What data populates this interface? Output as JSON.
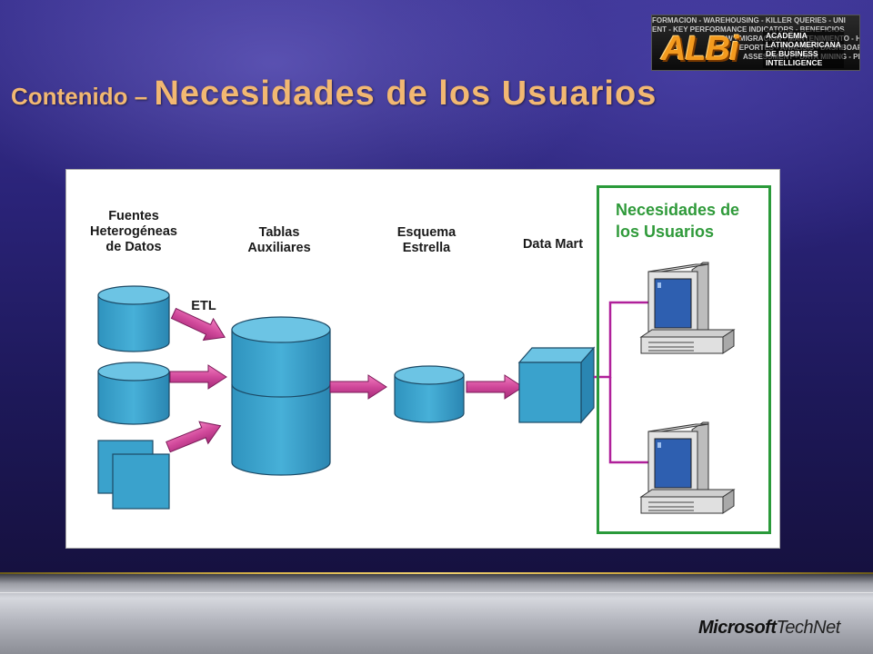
{
  "title": {
    "prefix": "Contenido – ",
    "main": "Necesidades de los Usuarios"
  },
  "logo": {
    "ticker1": "FORMACION - WAREHOUSING - KILLER QUERIES - UNI",
    "ticker2": "ENT - KEY PERFORMANCE INDICATORS - BENEFICIOS",
    "ticker3": "EDW - MIGRACION - MANTENIMIENTO - HERRAMIENTAS",
    "ticker4": "REPORTES - ANALISIS - DASHBOARDS - KEY PERF",
    "ticker5": "ASSESSMENT - DATA MINING - PLANIFICACION - WEB",
    "brand": "ALBi",
    "academy_lines": [
      "ACADEMIA",
      "LATINOAMERICANA",
      "DE BUSINESS",
      "INTELLIGENCE"
    ]
  },
  "diagram": {
    "labels": {
      "sources": "Fuentes\nHeterogéneas\nde Datos",
      "aux_tables": "Tablas\nAuxiliares",
      "star_schema": "Esquema\nEstrella",
      "data_mart": "Data Mart",
      "etl": "ETL",
      "needs": "Necesidades de\nlos Usuarios"
    },
    "colors": {
      "cylinder": "#3aa2cc",
      "cylinder_top": "#6cc4e4",
      "arrow": "#d0489a",
      "connector": "#b0209a",
      "needs_border": "#2a9a3a",
      "needs_text": "#2f9a3a"
    }
  },
  "footer": {
    "brand_bold": "Microsoft",
    "brand_light": "TechNet"
  }
}
